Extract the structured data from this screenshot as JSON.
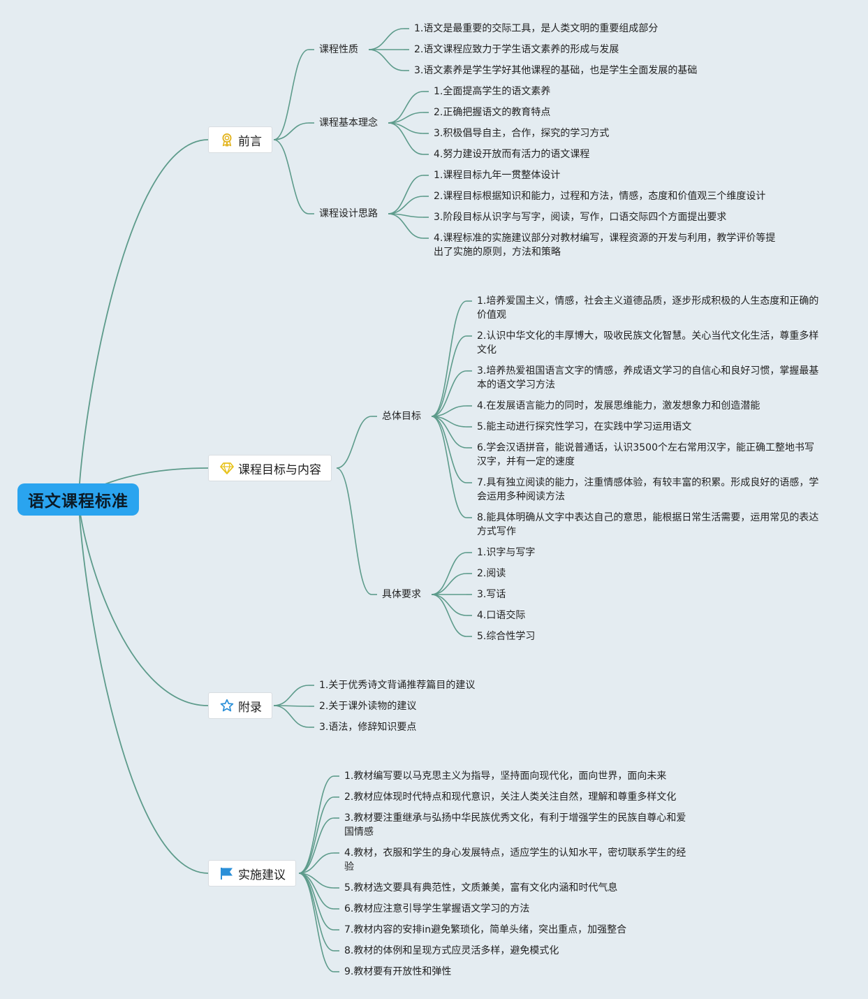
{
  "title": "语文课程标准",
  "colors": {
    "line": "#5d9b8b",
    "root": "#2aa4ef",
    "background": "#e4ecf1"
  },
  "branches": [
    {
      "label": "前言",
      "icon": "award-ribbon-icon",
      "children": [
        {
          "label": "课程性质",
          "items": [
            "1.语文是最重要的交际工具，是人类文明的重要组成部分",
            "2.语文课程应致力于学生语文素养的形成与发展",
            "3.语文素养是学生学好其他课程的基础，也是学生全面发展的基础"
          ]
        },
        {
          "label": "课程基本理念",
          "items": [
            "1.全面提高学生的语文素养",
            "2.正确把握语文的教育特点",
            "3.积极倡导自主，合作，探究的学习方式",
            "4.努力建设开放而有活力的语文课程"
          ]
        },
        {
          "label": "课程设计思路",
          "items": [
            "1.课程目标九年一贯整体设计",
            "2.课程目标根据知识和能力，过程和方法，情感，态度和价值观三个维度设计",
            "3.阶段目标从识字与写字，阅读，写作，口语交际四个方面提出要求",
            "4.课程标准的实施建议部分对教材编写，课程资源的开发与利用，教学评价等提出了实施的原则，方法和策略"
          ]
        }
      ]
    },
    {
      "label": "课程目标与内容",
      "icon": "diamond-icon",
      "children": [
        {
          "label": "总体目标",
          "items": [
            "1.培养爱国主义，情感，社会主义道德品质，逐步形成积极的人生态度和正确的价值观",
            "2.认识中华文化的丰厚博大，吸收民族文化智慧。关心当代文化生活，尊重多样文化",
            "3.培养热爱祖国语言文字的情感，养成语文学习的自信心和良好习惯，掌握最基本的语文学习方法",
            "4.在发展语言能力的同时，发展思维能力，激发想象力和创造潜能",
            "5.能主动进行探究性学习，在实践中学习运用语文",
            "6.学会汉语拼音，能说普通话，认识3500个左右常用汉字，能正确工整地书写汉字，并有一定的速度",
            "7.具有独立阅读的能力，注重情感体验，有较丰富的积累。形成良好的语感，学会运用多种阅读方法",
            "8.能具体明确从文字中表达自己的意思，能根据日常生活需要，运用常见的表达方式写作"
          ]
        },
        {
          "label": "具体要求",
          "items": [
            "1.识字与写字",
            "2.阅读",
            "3.写话",
            "4.口语交际",
            "5.综合性学习"
          ]
        }
      ]
    },
    {
      "label": "附录",
      "icon": "star-icon",
      "items": [
        "1.关于优秀诗文背诵推荐篇目的建议",
        "2.关于课外读物的建议",
        "3.语法，修辞知识要点"
      ]
    },
    {
      "label": "实施建议",
      "icon": "flag-icon",
      "items": [
        "1.教材编写要以马克思主义为指导，坚持面向现代化，面向世界，面向未来",
        "2.教材应体现时代特点和现代意识，关注人类关注自然，理解和尊重多样文化",
        "3.教材要注重继承与弘扬中华民族优秀文化，有利于增强学生的民族自尊心和爱国情感",
        "4.教材，衣服和学生的身心发展特点，适应学生的认知水平，密切联系学生的经验",
        "5.教材选文要具有典范性，文质兼美，富有文化内涵和时代气息",
        "6.教材应注意引导学生掌握语文学习的方法",
        "7.教材内容的安排in避免繁琐化，简单头绪，突出重点，加强整合",
        "8.教材的体例和呈现方式应灵活多样，避免模式化",
        "9.教材要有开放性和弹性"
      ]
    }
  ]
}
